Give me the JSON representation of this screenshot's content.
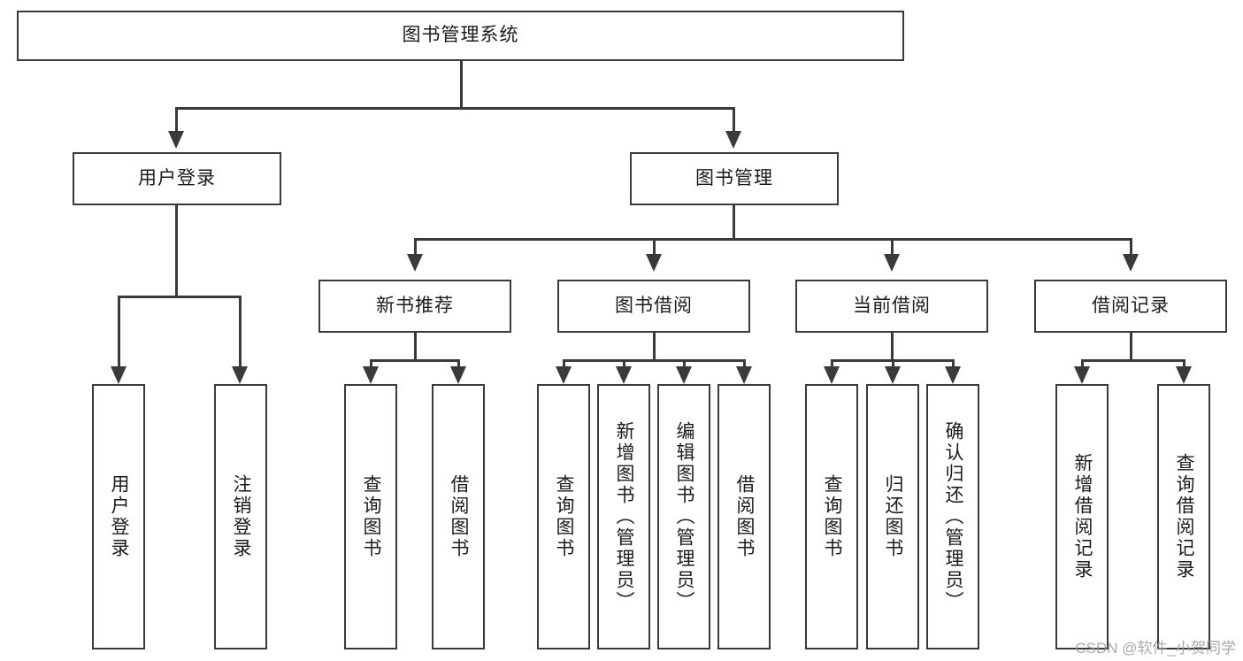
{
  "diagram": {
    "title": "图书管理系统",
    "type": "tree-hierarchy-diagram",
    "orientation": "top-down",
    "colors": {
      "box_border": "#3a3a3a",
      "box_fill": "#ffffff",
      "connector": "#3a3a3a",
      "text": "#1b1b1b",
      "watermark": "#9b9b9b",
      "background": "#ffffff"
    }
  },
  "nodes": {
    "root": {
      "label": "图书管理系统",
      "level": 1,
      "orientation": "horizontal"
    },
    "level2": [
      {
        "id": "user-login",
        "label": "用户登录",
        "orientation": "horizontal"
      },
      {
        "id": "book-manage",
        "label": "图书管理",
        "orientation": "horizontal"
      }
    ],
    "level3": [
      {
        "id": "new-book-rec",
        "label": "新书推荐",
        "orientation": "horizontal"
      },
      {
        "id": "book-borrow",
        "label": "图书借阅",
        "orientation": "horizontal"
      },
      {
        "id": "current-borrow",
        "label": "当前借阅",
        "orientation": "horizontal"
      },
      {
        "id": "borrow-record",
        "label": "借阅记录",
        "orientation": "horizontal"
      }
    ],
    "leaves": {
      "user_login": [
        {
          "id": "leaf-user-login",
          "label": "用户登录"
        },
        {
          "id": "leaf-logout",
          "label": "注销登录"
        }
      ],
      "new_book_rec": [
        {
          "id": "leaf-query-book-1",
          "label": "查询图书"
        },
        {
          "id": "leaf-borrow-book-1",
          "label": "借阅图书"
        }
      ],
      "book_borrow": [
        {
          "id": "leaf-query-book-2",
          "label": "查询图书"
        },
        {
          "id": "leaf-add-book",
          "label": "新增图书（管理员）"
        },
        {
          "id": "leaf-edit-book",
          "label": "编辑图书（管理员）"
        },
        {
          "id": "leaf-borrow-book-2",
          "label": "借阅图书"
        }
      ],
      "current_borrow": [
        {
          "id": "leaf-query-book-3",
          "label": "查询图书"
        },
        {
          "id": "leaf-return-book",
          "label": "归还图书"
        },
        {
          "id": "leaf-confirm-return",
          "label": "确认归还（管理员）"
        }
      ],
      "borrow_record": [
        {
          "id": "leaf-add-record",
          "label": "新增借阅记录"
        },
        {
          "id": "leaf-query-record",
          "label": "查询借阅记录"
        }
      ]
    }
  },
  "watermark": {
    "text": "CSDN @软件_小贺同学"
  }
}
